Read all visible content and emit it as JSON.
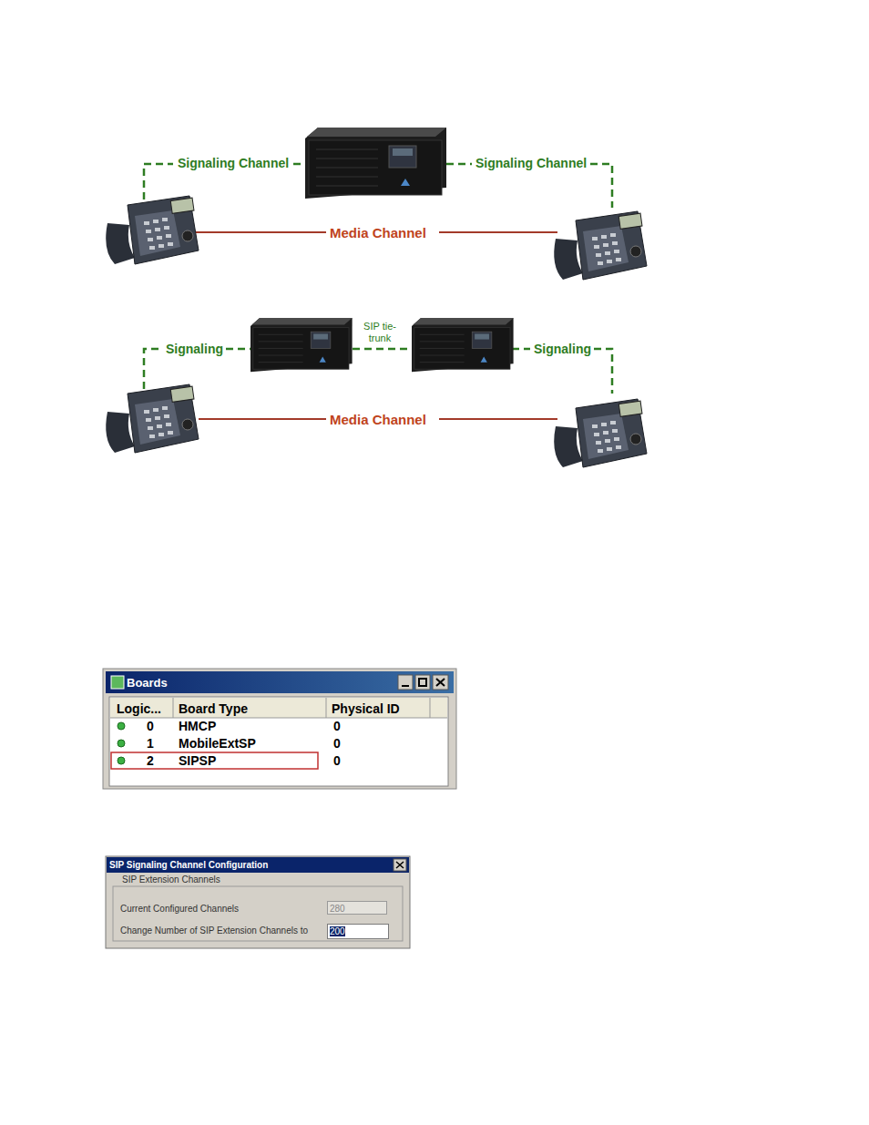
{
  "diagram": {
    "nodes": [
      {
        "text": [
          "Boards"
        ]
      },
      {
        "text": [
          "SIP Signaling Channel Configuration"
        ]
      },
      {
        "text": [
          "SIP Extension Channels"
        ],
        "in": 1
      }
    ],
    "labels": [
      "Signaling Channel",
      "Signaling Channel",
      "Media Channel",
      "Signaling",
      "SIP tie-trunk",
      "Signaling",
      "Media Channel",
      "Logic...",
      "Board Type",
      "Physical ID",
      "0",
      "HMCP",
      "0",
      "1",
      "MobileExtSP",
      "0",
      "2",
      "SIPSP",
      "0",
      "Current Configured Channels",
      "280",
      "Change Number of SIP Extension Channels to",
      "200"
    ]
  }
}
